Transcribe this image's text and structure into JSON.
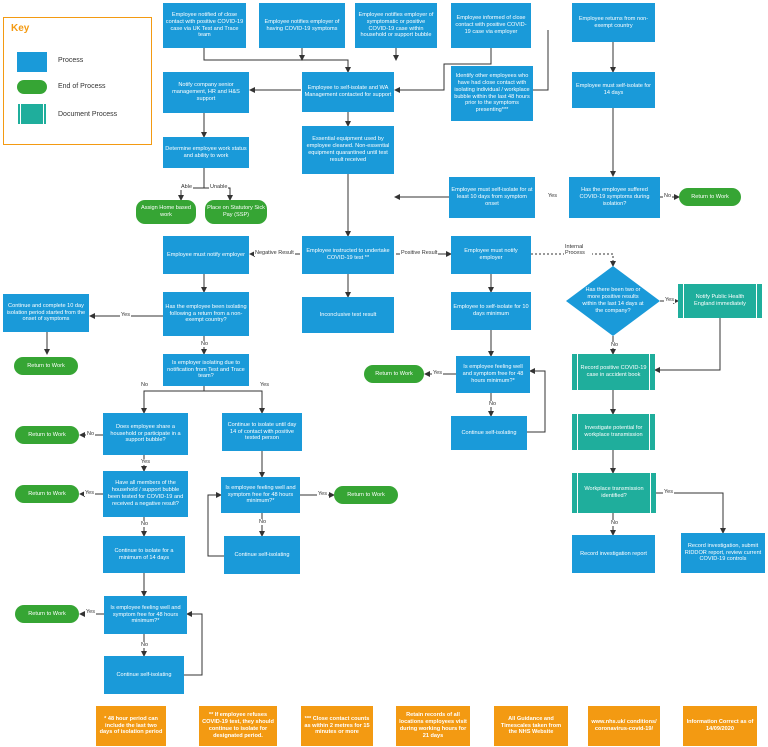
{
  "colors": {
    "process": "#1a9ad9",
    "end": "#36a534",
    "document": "#1fae9c",
    "footer": "#f39a12"
  },
  "key": {
    "title": "Key",
    "process": "Process",
    "end": "End of Process",
    "document": "Document Process"
  },
  "boxes": {
    "b1": "Employee notified of close contact with positive COVID-19 case via UK Test and Trace team",
    "b2": "Employee notifies employer of having COVID-19 symptoms",
    "b3": "Employee notifies employer of symptomatic or positive COVID-19 case within household or support bubble",
    "b4": "Employee informed of close contact with positive COVID-19 case via employer",
    "b5": "Employee returns from non-exempt country",
    "b6": "Notify company senior management, HR and H&S support",
    "b7": "Employee to self-isolate and WA Management contacted for support",
    "b8": "Identify other employees who have had close contact with isolating individual / workplace bubble within the last 48 hours prior to the symptoms presenting***",
    "b9": "Employee must self-isolate for 14 days",
    "b10": "Determine employee work status and ability to work",
    "b11": "Essential equipment used by employee cleaned. Non-essential equipment quarantined until test result received",
    "b12": "Employee must self-isolate for at least 10 days from symptom onset",
    "b13": "Has the employee suffered COVID-19 symptoms during isolation?",
    "b14": "Employee must notify employer",
    "b15": "Employee instructed to undertake COVID-19 test **",
    "b16": "Employee must notify employer",
    "b17": "Continue and complete 10 day isolation period started from the onset of symptoms",
    "b18": "Has the employee been isolating following a return from a non-exempt country?",
    "b19": "Inconclusive test result",
    "b20": "Employee to self-isolate for 10 days minimum",
    "b22": "Is employer isolating due to notification from Test and Trace team?",
    "b23": "Is employee feeling well and symptom free for 48 hours minimum?*",
    "b24": "Record positive COVID-19 case in accident book",
    "b25": "Does employee share a household or participate in a support bubble?",
    "b26": "Continue to isolate until day 14 of contact with positive tested person",
    "b27": "Continue self-isolating",
    "b28": "Investigate potential for workplace transmission",
    "b29": "Have all members of the household / support bubble been tested for COVID-19 and received a negative result?",
    "b30": "Is employee feeling well and symptom free for 48 hours minimum?*",
    "b31": "Workplace transmission identified?",
    "b32": "Continue to isolate for a minimum of 14 days",
    "b33": "Continue self-isolating",
    "b34": "Record investigation report",
    "b35": "Record investigation, submit RIDDOR report, review current COVID-19 controls",
    "b36": "Is employee feeling well and symptom free for 48 hours minimum?*",
    "b37": "Continue self-isolating"
  },
  "diamond": "Has there been two or more positive results within the last 14 days at the company?",
  "docs": {
    "notify_phe": "Notify Public Health England immediately"
  },
  "terminals": {
    "assign_home": "Assign Home based work",
    "place_ssp": "Place on Statutory Sick Pay (SSP)",
    "rtw": "Return to Work"
  },
  "labels": {
    "able": "Able",
    "unable": "Unable",
    "yes": "Yes",
    "no": "No",
    "negative": "Negative Result",
    "positive": "Positive Result",
    "internal": "Internal Process"
  },
  "footer": [
    "* 48 hour period can include the last two days of isolation period",
    "** If employee refuses COVID-19 test, they should continue to isolate for designated period.",
    "*** Close contact counts as within 2 metres for 15 minutes or more",
    "Retain records of all locations employees visit during working hours for 21 days",
    "All Guidance and Timescales taken from the NHS Website",
    "www.nhs.uk/ conditions/ coronavirus-covid-19/",
    "Information Correct as of 14/09/2020"
  ]
}
